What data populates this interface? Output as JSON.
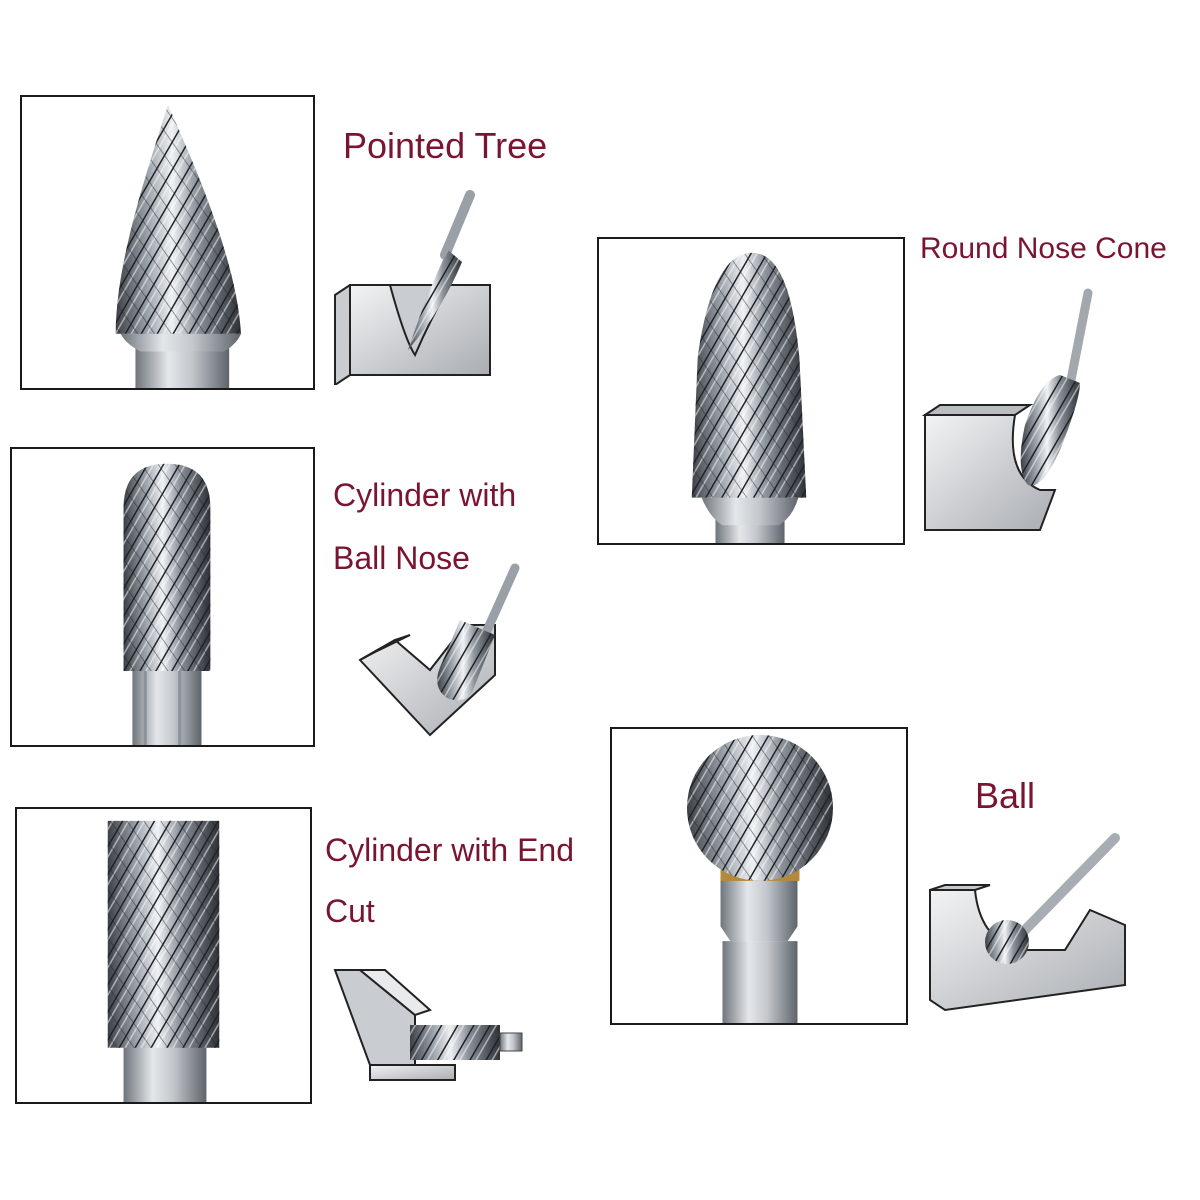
{
  "labels": {
    "pointed_tree": "Pointed Tree",
    "round_nose_cone": "Round Nose Cone",
    "cylinder_ball_line1": "Cylinder with",
    "cylinder_ball_line2": "Ball Nose",
    "ball": "Ball",
    "cylinder_end_line1": "Cylinder with End",
    "cylinder_end_line2": "Cut"
  },
  "colors": {
    "label": "#7a1530",
    "frame": "#1a1a1a",
    "steel_dark": "#3c4046",
    "steel_light": "#d9dde2",
    "gold_ring": "#b38a3c"
  }
}
